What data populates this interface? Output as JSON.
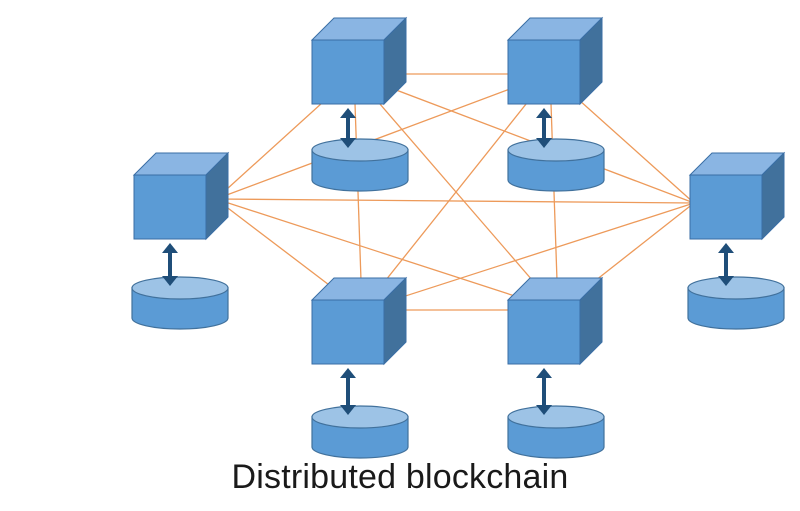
{
  "caption": "Distributed blockchain",
  "colors": {
    "cube_front": "#5b9bd5",
    "cube_top": "#8ab5e3",
    "cube_side": "#41719c",
    "cube_stroke": "#3a6ea5",
    "disk_body": "#5b9bd5",
    "disk_top": "#9dc3e6",
    "disk_stroke": "#41719c",
    "arrow": "#1f4e79",
    "link": "#ed9a5a"
  },
  "nodes": [
    {
      "id": "top-left"
    },
    {
      "id": "top-right"
    },
    {
      "id": "left"
    },
    {
      "id": "right"
    },
    {
      "id": "bottom-left"
    },
    {
      "id": "bottom-right"
    }
  ],
  "links": [
    [
      "top-left",
      "top-right"
    ],
    [
      "top-left",
      "left"
    ],
    [
      "top-left",
      "right"
    ],
    [
      "top-left",
      "bottom-left"
    ],
    [
      "top-left",
      "bottom-right"
    ],
    [
      "top-right",
      "left"
    ],
    [
      "top-right",
      "right"
    ],
    [
      "top-right",
      "bottom-left"
    ],
    [
      "top-right",
      "bottom-right"
    ],
    [
      "left",
      "right"
    ],
    [
      "left",
      "bottom-left"
    ],
    [
      "left",
      "bottom-right"
    ],
    [
      "right",
      "bottom-left"
    ],
    [
      "right",
      "bottom-right"
    ],
    [
      "bottom-left",
      "bottom-right"
    ]
  ]
}
